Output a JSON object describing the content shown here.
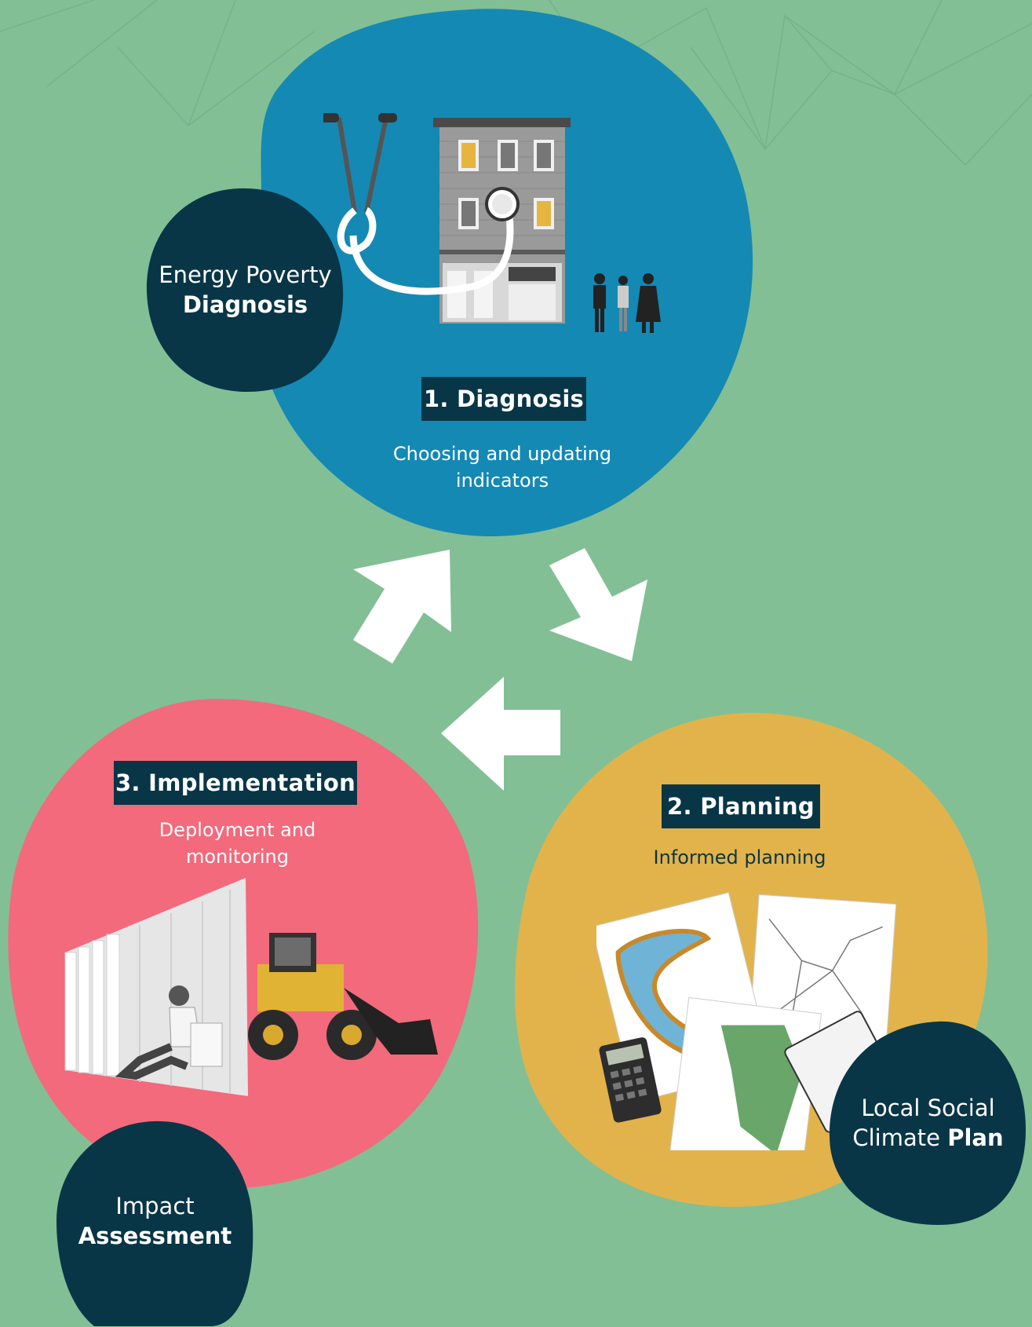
{
  "stages": [
    {
      "title": "1. Diagnosis",
      "subtitle_line1": "Choosing and updating",
      "subtitle_line2": "indicators",
      "color": "#1489b4"
    },
    {
      "title": "2. Planning",
      "subtitle": "Informed planning",
      "color": "#e2b34b"
    },
    {
      "title": "3. Implementation",
      "subtitle_line1": "Deployment and",
      "subtitle_line2": "monitoring",
      "color": "#f26a7c"
    }
  ],
  "outcomes": {
    "diagnosis": {
      "line1": "Energy Poverty",
      "line2_bold": "Diagnosis"
    },
    "plan": {
      "line1": "Local Social",
      "line2_regular": "Climate",
      "line2_bold": "Plan"
    },
    "assessment": {
      "line1": "Impact",
      "line2_bold": "Assessment"
    }
  },
  "colors": {
    "background": "#82bf95",
    "dark": "#083647",
    "arrow": "#ffffff"
  },
  "icons": [
    "stethoscope-house-illustration",
    "maps-calculator-illustration",
    "insulation-loader-illustration"
  ]
}
